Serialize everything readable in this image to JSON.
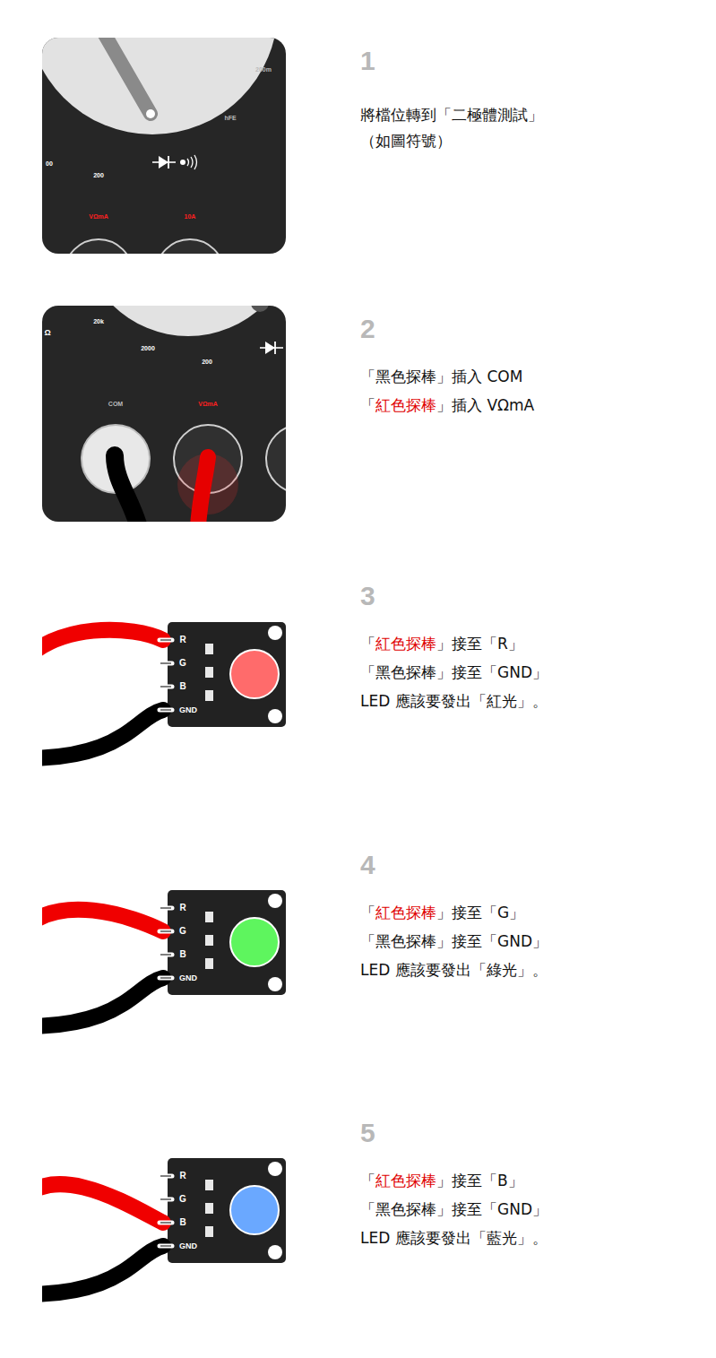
{
  "diagram": {
    "nodes": [
      {
        "text": [
          "200m",
          "hFE",
          "00",
          "200",
          "VΩmA",
          "10A"
        ]
      },
      {
        "text": [
          "Ω",
          "20k",
          "2000",
          "200",
          "COM",
          "VΩmA"
        ]
      },
      {
        "text": [
          "R",
          "G",
          "B",
          "GND"
        ]
      },
      {
        "text": [
          "R",
          "G",
          "B",
          "GND"
        ]
      },
      {
        "text": [
          "R",
          "G",
          "B",
          "GND"
        ]
      }
    ],
    "edges": [],
    "labels": [
      "1",
      "將檔位轉到「二極體測試」",
      "（如圖符號）",
      "2",
      "「黑色探棒」插入 COM",
      "「",
      "紅色探棒",
      "」插入 VΩmA",
      "3",
      "「",
      "紅色探棒",
      "」接至「R」",
      "「黑色探棒」接至「GND」",
      "LED 應該要發出「紅光」。",
      "4",
      "「",
      "紅色探棒",
      "」接至「G」",
      "「黑色探棒」接至「GND」",
      "LED 應該要發出「綠光」。",
      "5",
      "「",
      "紅色探棒",
      "」接至「B」",
      "「黑色探棒」接至「GND」",
      "LED 應該要發出「藍光」。"
    ]
  }
}
